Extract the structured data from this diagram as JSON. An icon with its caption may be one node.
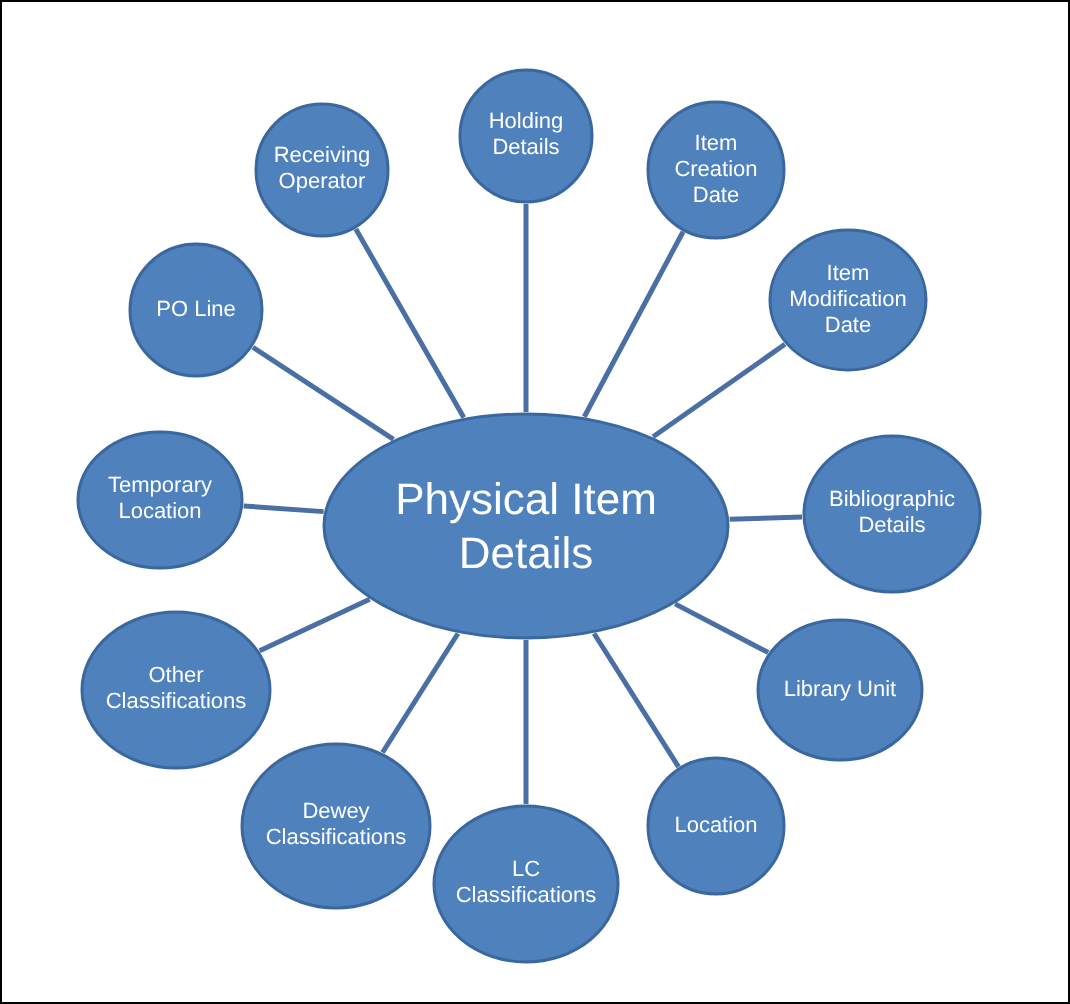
{
  "diagram": {
    "nodes": [
      {
        "text": [
          "Physical Item Details"
        ]
      },
      {
        "text": [
          "Holding Details"
        ]
      },
      {
        "text": [
          "Item Creation Date"
        ]
      },
      {
        "text": [
          "Item Modification Date"
        ]
      },
      {
        "text": [
          "Bibliographic Details"
        ]
      },
      {
        "text": [
          "Library Unit"
        ]
      },
      {
        "text": [
          "Location"
        ]
      },
      {
        "text": [
          "LC Classifications"
        ]
      },
      {
        "text": [
          "Dewey Classifications"
        ]
      },
      {
        "text": [
          "Other Classifications"
        ]
      },
      {
        "text": [
          "Temporary Location"
        ]
      },
      {
        "text": [
          "PO Line"
        ]
      },
      {
        "text": [
          "Receiving Operator"
        ]
      }
    ],
    "edges": [
      {
        "from": 0,
        "to": 1,
        "arrow": "none"
      },
      {
        "from": 0,
        "to": 2,
        "arrow": "none"
      },
      {
        "from": 0,
        "to": 3,
        "arrow": "none"
      },
      {
        "from": 0,
        "to": 4,
        "arrow": "none"
      },
      {
        "from": 0,
        "to": 5,
        "arrow": "none"
      },
      {
        "from": 0,
        "to": 6,
        "arrow": "none"
      },
      {
        "from": 0,
        "to": 7,
        "arrow": "none"
      },
      {
        "from": 0,
        "to": 8,
        "arrow": "none"
      },
      {
        "from": 0,
        "to": 9,
        "arrow": "none"
      },
      {
        "from": 0,
        "to": 10,
        "arrow": "none"
      },
      {
        "from": 0,
        "to": 11,
        "arrow": "none"
      },
      {
        "from": 0,
        "to": 12,
        "arrow": "none"
      }
    ]
  }
}
